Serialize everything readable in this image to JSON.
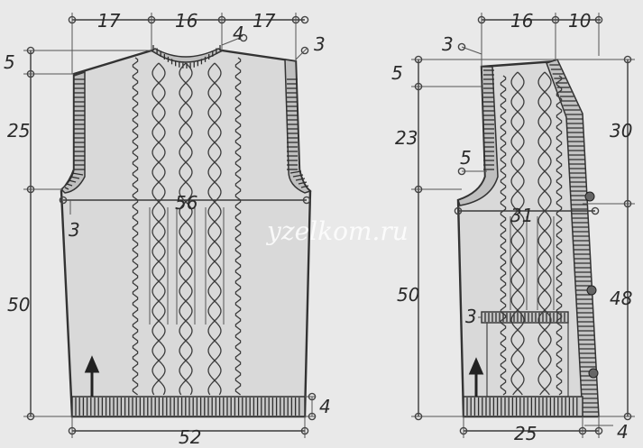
{
  "watermark": "yzelkom.ru",
  "back": {
    "top": [
      "17",
      "16",
      "17"
    ],
    "neck_depth": "4",
    "shoulder_drop_left": "5",
    "shoulder_drop_right": "3",
    "armhole_height": "25",
    "armhole_inset": "3",
    "chest_width": "56",
    "body_length": "50",
    "hem_rib": "4",
    "hem_width": "52"
  },
  "front": {
    "top": [
      "16",
      "10"
    ],
    "shoulder_small": "3",
    "shoulder_drop": "5",
    "armhole_height": "23",
    "armhole_inset": "5",
    "neck_depth": "30",
    "chest_width": "31",
    "body_length": "50",
    "pocket_rib": "3",
    "front_length": "48",
    "hem_width": "25",
    "hem_rib": "4"
  },
  "colors": {
    "paper": "#e9e9e9",
    "garment": "#d9d9d9",
    "ink": "#333333"
  }
}
